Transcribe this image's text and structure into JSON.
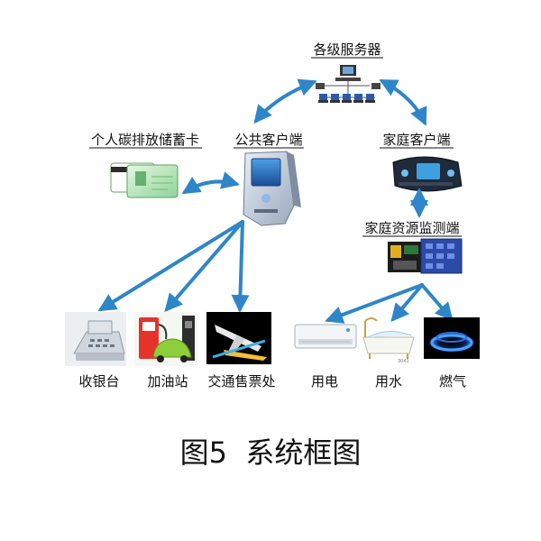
{
  "diagram": {
    "nodes": {
      "servers": "各级服务器",
      "public_client": "公共客户端",
      "home_client": "家庭客户端",
      "carbon_card": "个人碳排放储蓄卡",
      "home_monitor": "家庭资源监测端"
    },
    "terminals": {
      "cashier": "收银台",
      "gas_station": "加油站",
      "ticket_office": "交通售票处",
      "electricity": "用电",
      "water": "用水",
      "gas": "燃气"
    },
    "caption": "图5  系统框图",
    "colors": {
      "arrow": "#2e86c8",
      "screen": "#2c5fb0",
      "water_text": "3041"
    }
  }
}
